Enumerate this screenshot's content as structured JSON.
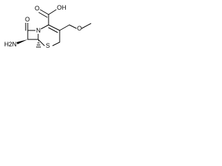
{
  "molecule": {
    "atoms": {
      "carbonyl_o": "O",
      "ring_n": "N",
      "ring_s": "S",
      "acid_o": "O",
      "acid_oh": "OH",
      "ether_o": "O",
      "amine": "H2N"
    },
    "stereo": {
      "amine_bond": "wedge",
      "ring_h_bond": "hash"
    }
  }
}
